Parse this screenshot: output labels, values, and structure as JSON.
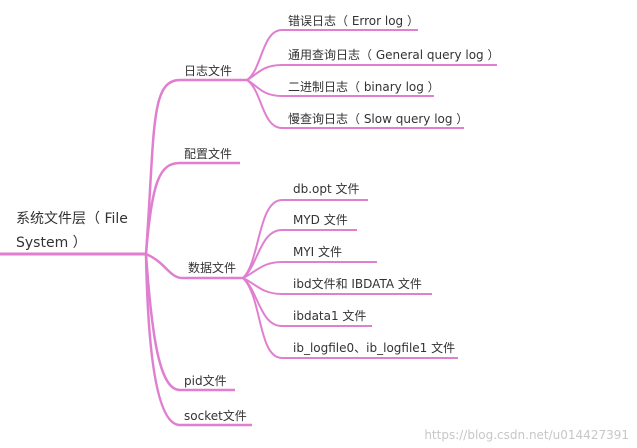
{
  "root": {
    "label": "系统文件层（ File System ）"
  },
  "branches": [
    {
      "id": "log",
      "label": "日志文件",
      "children": [
        {
          "id": "error",
          "label": "错误日志（ Error log ）"
        },
        {
          "id": "general",
          "label": "通用查询日志（ General query log ）"
        },
        {
          "id": "binary",
          "label": "二进制日志（ binary log ）"
        },
        {
          "id": "slow",
          "label": "慢查询日志（ Slow query log ）"
        }
      ]
    },
    {
      "id": "config",
      "label": "配置文件",
      "children": []
    },
    {
      "id": "data",
      "label": "数据文件",
      "children": [
        {
          "id": "dbopt",
          "label": "db.opt 文件"
        },
        {
          "id": "myd",
          "label": "MYD 文件"
        },
        {
          "id": "myi",
          "label": "MYI 文件"
        },
        {
          "id": "ibd",
          "label": "ibd文件和 IBDATA 文件"
        },
        {
          "id": "ibdata1",
          "label": "ibdata1 文件"
        },
        {
          "id": "iblogfile",
          "label": "ib_logfile0、ib_logfile1 文件"
        }
      ]
    },
    {
      "id": "pid",
      "label": "pid文件",
      "children": []
    },
    {
      "id": "socket",
      "label": "socket文件",
      "children": []
    }
  ],
  "colors": {
    "line": "#e07fd0",
    "text": "#333333",
    "watermark": "#c7c7c7"
  },
  "watermark": "https://blog.csdn.net/u014427391"
}
